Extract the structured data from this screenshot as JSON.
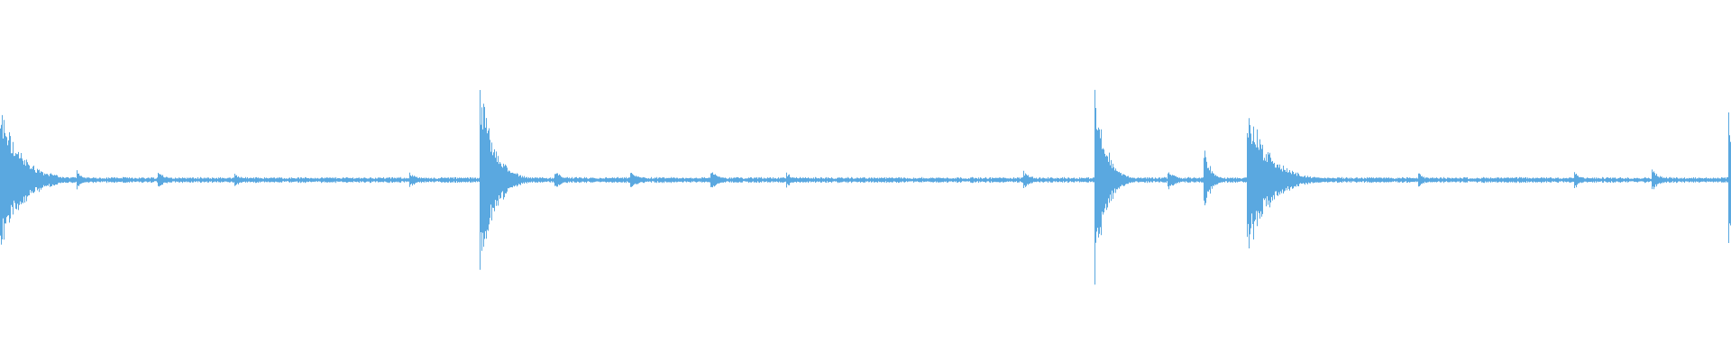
{
  "waveform": {
    "color": "#5aa8e0",
    "background": "#ffffff",
    "duration_fraction_transients": [
      {
        "t": 0.0,
        "amp": 0.45,
        "decay": 0.012
      },
      {
        "t": 0.044,
        "amp": 0.07,
        "decay": 0.004
      },
      {
        "t": 0.091,
        "amp": 0.06,
        "decay": 0.005
      },
      {
        "t": 0.135,
        "amp": 0.05,
        "decay": 0.004
      },
      {
        "t": 0.236,
        "amp": 0.06,
        "decay": 0.004
      },
      {
        "t": 0.277,
        "amp": 0.62,
        "decay": 0.008
      },
      {
        "t": 0.32,
        "amp": 0.06,
        "decay": 0.005
      },
      {
        "t": 0.364,
        "amp": 0.06,
        "decay": 0.005
      },
      {
        "t": 0.41,
        "amp": 0.07,
        "decay": 0.005
      },
      {
        "t": 0.454,
        "amp": 0.05,
        "decay": 0.004
      },
      {
        "t": 0.591,
        "amp": 0.06,
        "decay": 0.005
      },
      {
        "t": 0.632,
        "amp": 0.66,
        "decay": 0.006
      },
      {
        "t": 0.674,
        "amp": 0.07,
        "decay": 0.005
      },
      {
        "t": 0.695,
        "amp": 0.22,
        "decay": 0.004
      },
      {
        "t": 0.72,
        "amp": 0.5,
        "decay": 0.012
      },
      {
        "t": 0.819,
        "amp": 0.05,
        "decay": 0.004
      },
      {
        "t": 0.909,
        "amp": 0.06,
        "decay": 0.004
      },
      {
        "t": 0.954,
        "amp": 0.07,
        "decay": 0.005
      },
      {
        "t": 0.998,
        "amp": 0.58,
        "decay": 0.002
      }
    ],
    "noise_floor": 0.012,
    "center_line": 0.5
  }
}
